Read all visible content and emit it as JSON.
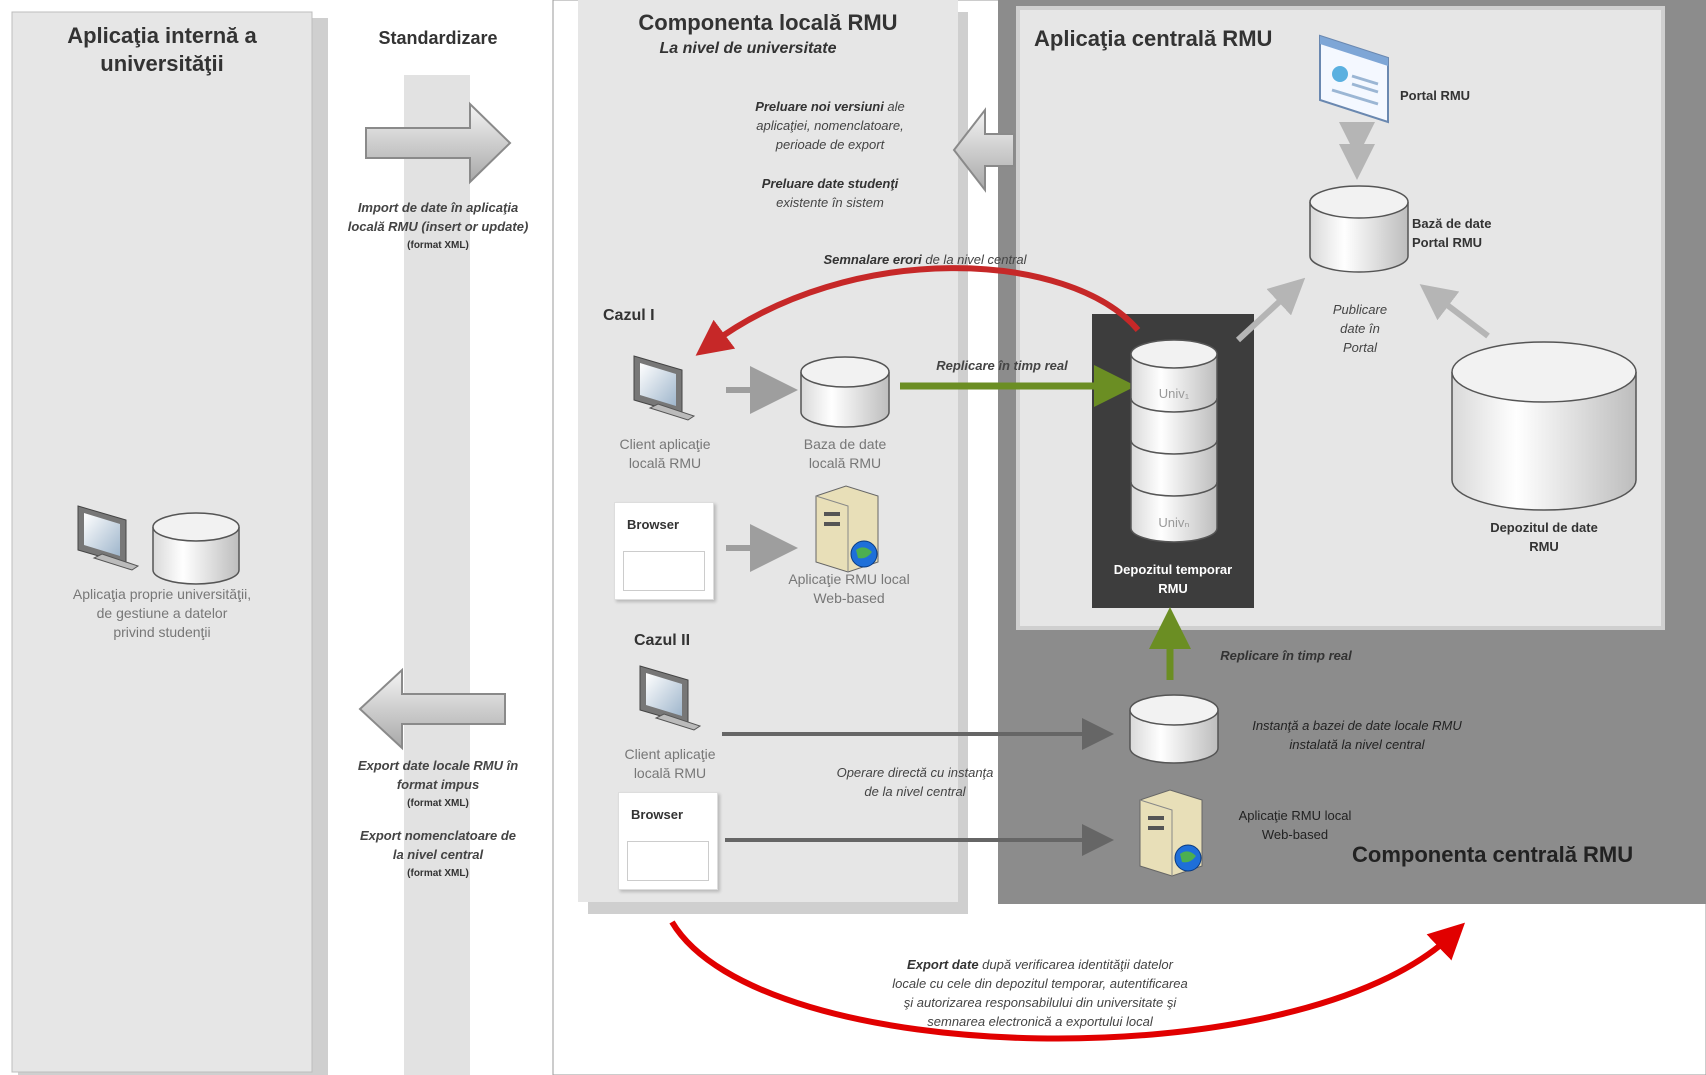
{
  "left_panel": {
    "title_line1": "Aplicaţia internă a",
    "title_line2": "universităţii",
    "app_label_line1": "Aplicaţia proprie universităţii,",
    "app_label_line2": "de gestiune a datelor",
    "app_label_line3": "privind studenţii"
  },
  "standardizare": {
    "title": "Standardizare",
    "import_line1": "Import de date în aplicaţia",
    "import_line2": "locală RMU (insert or update)",
    "import_format": "(format XML)",
    "export1_line1": "Export date locale RMU în",
    "export1_line2": "format impus",
    "export1_format": "(format XML)",
    "export2_line1": "Export nomenclatoare de",
    "export2_line2": "la nivel central",
    "export2_format": "(format XML)"
  },
  "local_component": {
    "title": "Componenta locală RMU",
    "subtitle": "La nivel de universitate",
    "preluare1_bold": "Preluare noi versiuni",
    "preluare1_rest": " ale",
    "preluare1_line2": "aplicaţiei, nomenclatoare,",
    "preluare1_line3": "perioade de export",
    "preluare2_bold": "Preluare date studenţi",
    "preluare2_line2": "existente în sistem",
    "semnalare_bold": "Semnalare erori",
    "semnalare_rest": " de la nivel central",
    "caz1": "Cazul I",
    "caz2": "Cazul II",
    "client1_line1": "Client aplicaţie",
    "client1_line2": "locală RMU",
    "db_local_line1": "Baza de date",
    "db_local_line2": "locală RMU",
    "replicare1": "Replicare în timp real",
    "browser1": "Browser",
    "web_app1_line1": "Aplicaţie RMU local",
    "web_app1_line2": "Web-based",
    "client2_line1": "Client aplicaţie",
    "client2_line2": "locală RMU",
    "browser2": "Browser",
    "operare_line1": "Operare directă cu instanţa",
    "operare_line2": "de la nivel central"
  },
  "central_app": {
    "title": "Aplicaţia centrală RMU",
    "portal": "Portal RMU",
    "db_portal_line1": "Bază de date",
    "db_portal_line2": "Portal RMU",
    "publicare_line1": "Publicare",
    "publicare_line2": "date în",
    "publicare_line3": "Portal",
    "univ1": "Univ₁",
    "univn": "Univₙ",
    "temp_store_line1": "Depozitul temporar",
    "temp_store_line2": "RMU",
    "depozit_line1": "Depozitul de date",
    "depozit_line2": "RMU"
  },
  "central_component": {
    "title": "Componenta centrală RMU",
    "replicare2": "Replicare în timp real",
    "instanta_line1": "Instanţă a bazei de date locale RMU",
    "instanta_line2": "instalată la nivel central",
    "web_app2_line1": "Aplicaţie RMU local",
    "web_app2_line2": "Web-based"
  },
  "export_bottom": {
    "bold": "Export date",
    "rest1": " după verificarea identităţii datelor",
    "line2": "locale cu cele din depozitul temporar, autentificarea",
    "line3": "şi autorizarea responsabilului din universitate şi",
    "line4": "semnarea electronică a exportului local"
  },
  "colors": {
    "panel_light": "#e6e6e6",
    "panel_mid": "#8c8c8c",
    "panel_dark": "#3d3d3d",
    "arrow_red": "#c62828",
    "arrow_bright_red": "#e10000",
    "arrow_green": "#6b8e23",
    "arrow_grey": "#9e9e9e"
  }
}
